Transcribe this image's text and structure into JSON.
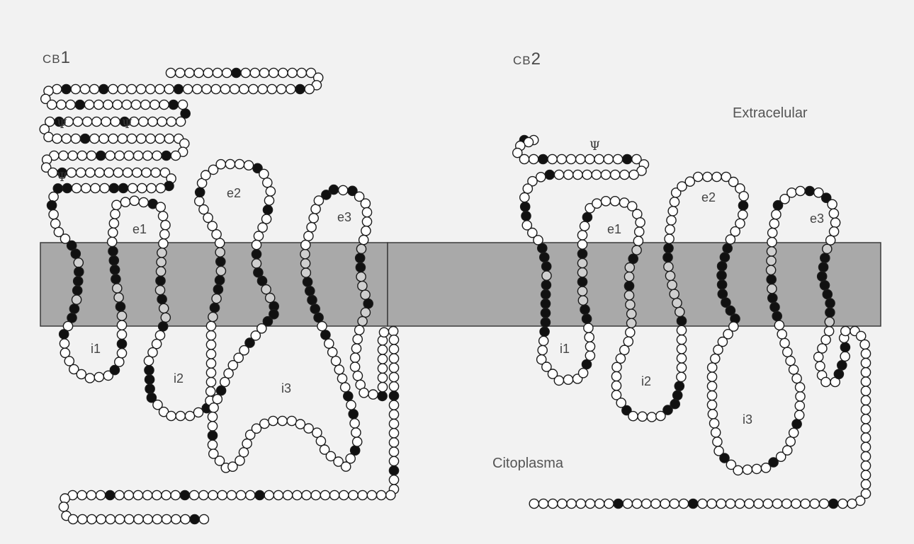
{
  "receptors": [
    {
      "prefix": "CB",
      "number": "1",
      "loop_labels": {
        "e1": "e1",
        "e2": "e2",
        "e3": "e3",
        "i1": "i1",
        "i2": "i2",
        "i3": "i3"
      }
    },
    {
      "prefix": "CB",
      "number": "2",
      "loop_labels": {
        "e1": "e1",
        "e2": "e2",
        "e3": "e3",
        "i1": "i1",
        "i2": "i2",
        "i3": "i3"
      }
    }
  ],
  "regions": {
    "extracellular": "Extracelular",
    "cytoplasm": "Citoplasma"
  },
  "glycosylation_symbol": "Ψ",
  "colors": {
    "background": "#f2f2f2",
    "membrane_fill": "#a9a9a9",
    "membrane_stroke": "#3a3a3a",
    "residue_open_fill": "#ffffff",
    "residue_filled": "#111111",
    "residue_membrane_open_fill": "#cfcfcf",
    "residue_stroke": "#1a1a1a"
  }
}
